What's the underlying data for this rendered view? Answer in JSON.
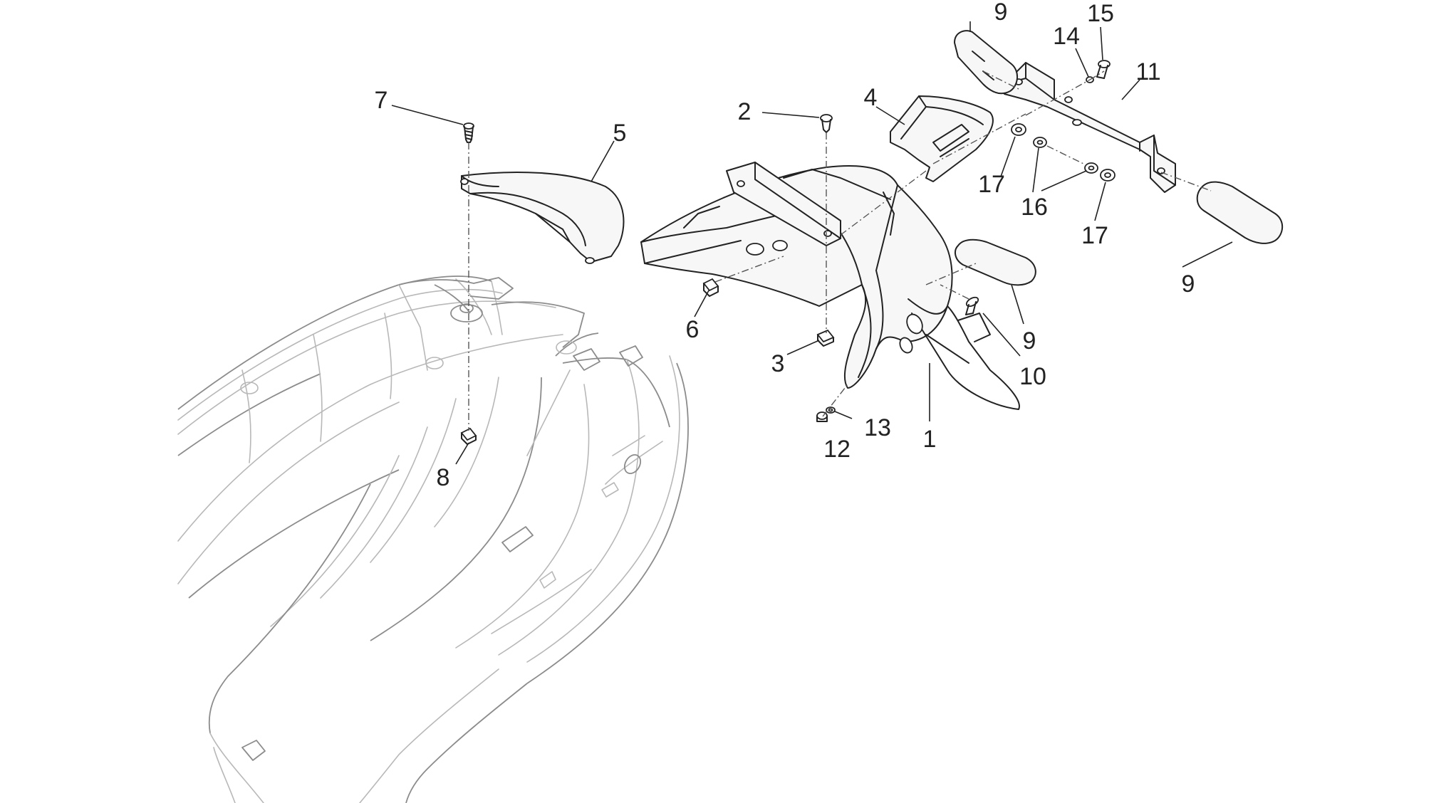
{
  "callouts": [
    {
      "id": "1",
      "text": "1"
    },
    {
      "id": "2",
      "text": "2"
    },
    {
      "id": "3",
      "text": "3"
    },
    {
      "id": "4",
      "text": "4"
    },
    {
      "id": "5",
      "text": "5"
    },
    {
      "id": "6",
      "text": "6"
    },
    {
      "id": "7",
      "text": "7"
    },
    {
      "id": "8",
      "text": "8"
    },
    {
      "id": "9a",
      "text": "9"
    },
    {
      "id": "9b",
      "text": "9"
    },
    {
      "id": "9c",
      "text": "9"
    },
    {
      "id": "10",
      "text": "10"
    },
    {
      "id": "11",
      "text": "11"
    },
    {
      "id": "12",
      "text": "12"
    },
    {
      "id": "13",
      "text": "13"
    },
    {
      "id": "14",
      "text": "14"
    },
    {
      "id": "15",
      "text": "15"
    },
    {
      "id": "16",
      "text": "16"
    },
    {
      "id": "17a",
      "text": "17"
    },
    {
      "id": "17b",
      "text": "17"
    }
  ]
}
